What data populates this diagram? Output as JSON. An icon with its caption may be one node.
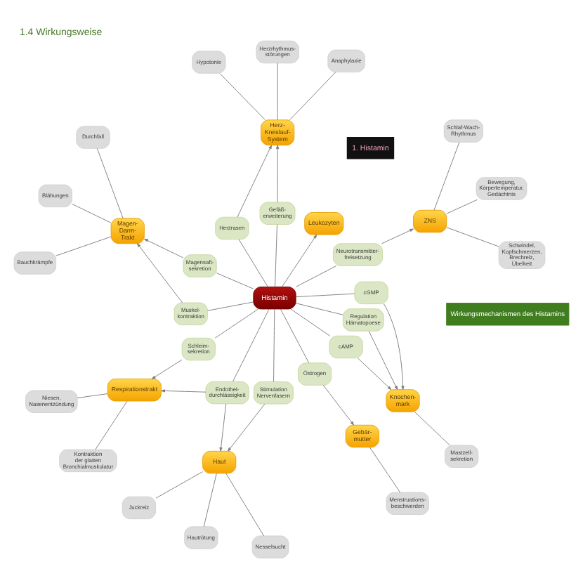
{
  "diagram": {
    "title": "1.4 Wirkungsweise",
    "caption": "Wirkungsmechanismen des Histamins",
    "nodes": [
      {
        "text": [
          "Histamin"
        ]
      },
      {
        "text": [
          "Neurotransmitter- freisetzung"
        ]
      },
      {
        "text": [
          "ZNS"
        ]
      },
      {
        "text": [
          "Schwindel, Kopfschmerzen, Brechreiz, Übelkeit"
        ]
      },
      {
        "text": [
          "Bewegung, Körpertemperatur, Gedächtnis"
        ]
      },
      {
        "text": [
          "Schlaf-Wach- Rhythmus"
        ]
      },
      {
        "text": [
          "Leukozyten"
        ]
      },
      {
        "text": [
          "Gefäß- erweiterung"
        ]
      },
      {
        "text": [
          "Herzrasen"
        ]
      },
      {
        "text": [
          "Herz- Kreislauf- System"
        ]
      },
      {
        "text": [
          "Anaphylaxie"
        ]
      },
      {
        "text": [
          "Herzrhythmus- störungen"
        ]
      },
      {
        "text": [
          "Hypotonie"
        ]
      },
      {
        "text": [
          "Magensaft- sekretion"
        ]
      },
      {
        "text": [
          "Muskel- kontraktion"
        ]
      },
      {
        "text": [
          "Magen- Darm- Trakt"
        ]
      },
      {
        "text": [
          "Durchfall"
        ]
      },
      {
        "text": [
          "Blähungen"
        ]
      },
      {
        "text": [
          "Bauchkrämpfe"
        ]
      },
      {
        "text": [
          "Schleim- sekretion"
        ]
      },
      {
        "text": [
          "Endothel- durchlässigkeit"
        ]
      },
      {
        "text": [
          "Respirationstrakt"
        ]
      },
      {
        "text": [
          "Niesen, Nasenentzündung"
        ]
      },
      {
        "text": [
          "Kontraktion der glatten Bronchialmuskulatur"
        ]
      },
      {
        "text": [
          "Stimulation Nervenfasern"
        ]
      },
      {
        "text": [
          "Haut"
        ]
      },
      {
        "text": [
          "Juckreiz"
        ]
      },
      {
        "text": [
          "Hautrötung"
        ]
      },
      {
        "text": [
          "Nesselsucht"
        ]
      },
      {
        "text": [
          "Östrogen"
        ]
      },
      {
        "text": [
          "Gebär- mutter"
        ]
      },
      {
        "text": [
          "Menstruations- beschwerden"
        ]
      },
      {
        "text": [
          "cAMP"
        ]
      },
      {
        "text": [
          "Regulation Hämatopoese"
        ]
      },
      {
        "text": [
          "cGMP"
        ]
      },
      {
        "text": [
          "Knochen- mark"
        ]
      },
      {
        "text": [
          "Mastzell- sekretion"
        ]
      }
    ],
    "edges": [
      {
        "from": 0,
        "to": 1,
        "arrow": "none"
      },
      {
        "from": 1,
        "to": 2,
        "arrow": "to"
      },
      {
        "from": 2,
        "to": 3,
        "arrow": "none"
      },
      {
        "from": 2,
        "to": 4,
        "arrow": "none"
      },
      {
        "from": 2,
        "to": 5,
        "arrow": "none"
      },
      {
        "from": 0,
        "to": 6,
        "arrow": "to"
      },
      {
        "from": 0,
        "to": 7,
        "arrow": "none"
      },
      {
        "from": 7,
        "to": 9,
        "arrow": "to"
      },
      {
        "from": 0,
        "to": 8,
        "arrow": "none"
      },
      {
        "from": 8,
        "to": 9,
        "arrow": "to"
      },
      {
        "from": 9,
        "to": 10,
        "arrow": "none"
      },
      {
        "from": 9,
        "to": 11,
        "arrow": "none"
      },
      {
        "from": 9,
        "to": 12,
        "arrow": "none"
      },
      {
        "from": 0,
        "to": 13,
        "arrow": "none"
      },
      {
        "from": 13,
        "to": 15,
        "arrow": "to"
      },
      {
        "from": 0,
        "to": 14,
        "arrow": "none"
      },
      {
        "from": 14,
        "to": 15,
        "arrow": "to"
      },
      {
        "from": 15,
        "to": 16,
        "arrow": "none"
      },
      {
        "from": 15,
        "to": 17,
        "arrow": "none"
      },
      {
        "from": 15,
        "to": 18,
        "arrow": "none"
      },
      {
        "from": 0,
        "to": 19,
        "arrow": "none"
      },
      {
        "from": 19,
        "to": 21,
        "arrow": "to"
      },
      {
        "from": 0,
        "to": 20,
        "arrow": "none"
      },
      {
        "from": 20,
        "to": 21,
        "arrow": "to"
      },
      {
        "from": 20,
        "to": 25,
        "arrow": "to"
      },
      {
        "from": 21,
        "to": 22,
        "arrow": "none"
      },
      {
        "from": 21,
        "to": 23,
        "arrow": "none"
      },
      {
        "from": 0,
        "to": 24,
        "arrow": "none"
      },
      {
        "from": 24,
        "to": 25,
        "arrow": "to"
      },
      {
        "from": 25,
        "to": 26,
        "arrow": "none"
      },
      {
        "from": 25,
        "to": 27,
        "arrow": "none"
      },
      {
        "from": 25,
        "to": 28,
        "arrow": "none"
      },
      {
        "from": 0,
        "to": 29,
        "arrow": "none"
      },
      {
        "from": 29,
        "to": 30,
        "arrow": "to"
      },
      {
        "from": 30,
        "to": 31,
        "arrow": "none"
      },
      {
        "from": 0,
        "to": 32,
        "arrow": "none"
      },
      {
        "from": 32,
        "to": 35,
        "arrow": "to"
      },
      {
        "from": 0,
        "to": 33,
        "arrow": "none"
      },
      {
        "from": 33,
        "to": 35,
        "arrow": "to"
      },
      {
        "from": 0,
        "to": 34,
        "arrow": "none"
      },
      {
        "from": 34,
        "to": 35,
        "arrow": "to"
      },
      {
        "from": 35,
        "to": 36,
        "arrow": "none"
      }
    ],
    "labels": [
      "1. Histamin"
    ]
  }
}
